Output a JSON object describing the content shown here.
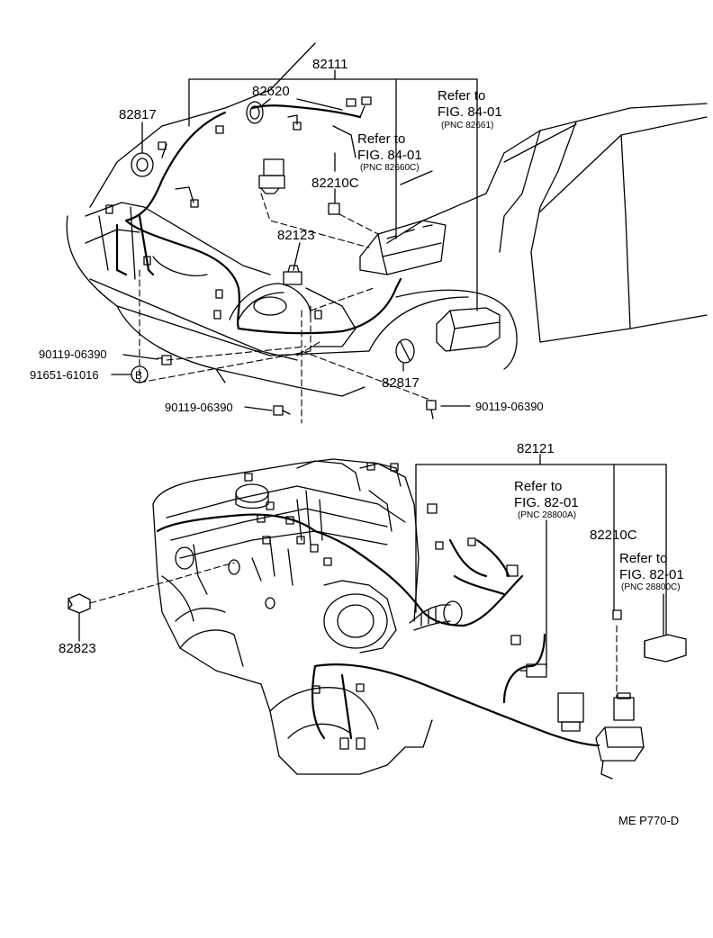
{
  "labels": {
    "p82111": "82111",
    "p82620": "82620",
    "p82817_top": "82817",
    "p82210c_top": "82210C",
    "p82123": "82123",
    "p82817_bottom": "82817",
    "p90119_a": "90119-06390",
    "p91651": "91651-61016",
    "p90119_b": "90119-06390",
    "p90119_c": "90119-06390",
    "p82121": "82121",
    "p82210c_bottom": "82210C",
    "p82823": "82823",
    "marker_b": "B"
  },
  "refs": {
    "ref1": {
      "line1": "Refer to",
      "line2": "FIG. 84-01",
      "pnc": "(PNC 82661)"
    },
    "ref2": {
      "line1": "Refer to",
      "line2": "FIG. 84-01",
      "pnc": "(PNC 82660C)"
    },
    "ref3": {
      "line1": "Refer to",
      "line2": "FIG. 82-01",
      "pnc": "(PNC 28800A)"
    },
    "ref4": {
      "line1": "Refer to",
      "line2": "FIG. 82-01",
      "pnc": "(PNC 28800C)"
    }
  },
  "footer": {
    "code": "ME P770-D"
  }
}
